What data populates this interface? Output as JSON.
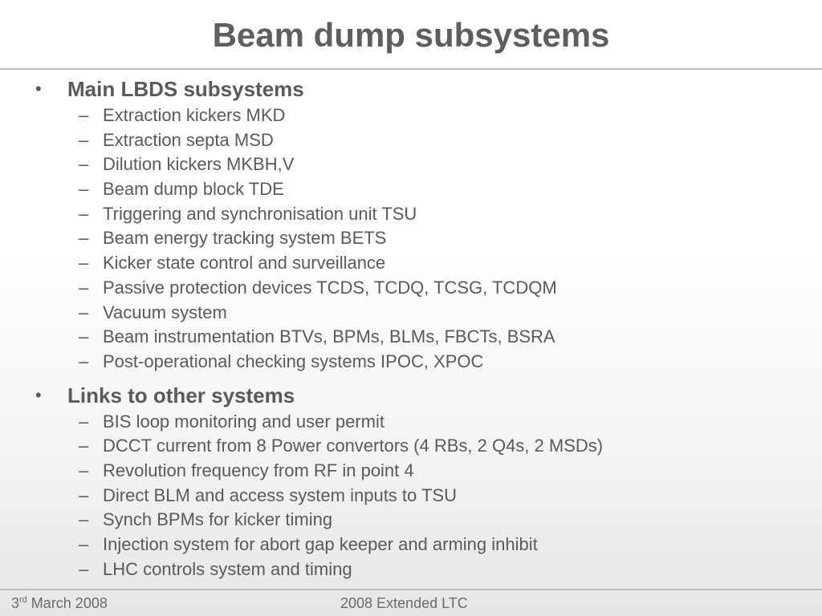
{
  "slide": {
    "title": "Beam dump subsystems"
  },
  "sections": [
    {
      "heading": "Main LBDS subsystems",
      "items": [
        "Extraction kickers MKD",
        "Extraction septa MSD",
        "Dilution kickers MKBH,V",
        "Beam dump block TDE",
        "Triggering and synchronisation unit TSU",
        "Beam energy tracking system BETS",
        "Kicker state control and surveillance",
        "Passive protection devices TCDS, TCDQ, TCSG, TCDQM",
        "Vacuum system",
        "Beam instrumentation BTVs, BPMs, BLMs, FBCTs, BSRA",
        "Post-operational checking systems IPOC, XPOC"
      ]
    },
    {
      "heading": "Links to other systems",
      "items": [
        "BIS loop monitoring and user permit",
        "DCCT current from 8 Power convertors (4 RBs, 2 Q4s, 2 MSDs)",
        "Revolution frequency from RF in point 4",
        "Direct BLM and access system inputs to TSU",
        "Synch BPMs for kicker timing",
        "Injection system for abort gap keeper and arming inhibit",
        "LHC controls system and timing"
      ]
    }
  ],
  "footer": {
    "date_day": "3",
    "date_suffix": "rd",
    "date_rest": " March 2008",
    "event": "2008 Extended LTC"
  },
  "symbols": {
    "bullet": "•",
    "dash": "–"
  }
}
